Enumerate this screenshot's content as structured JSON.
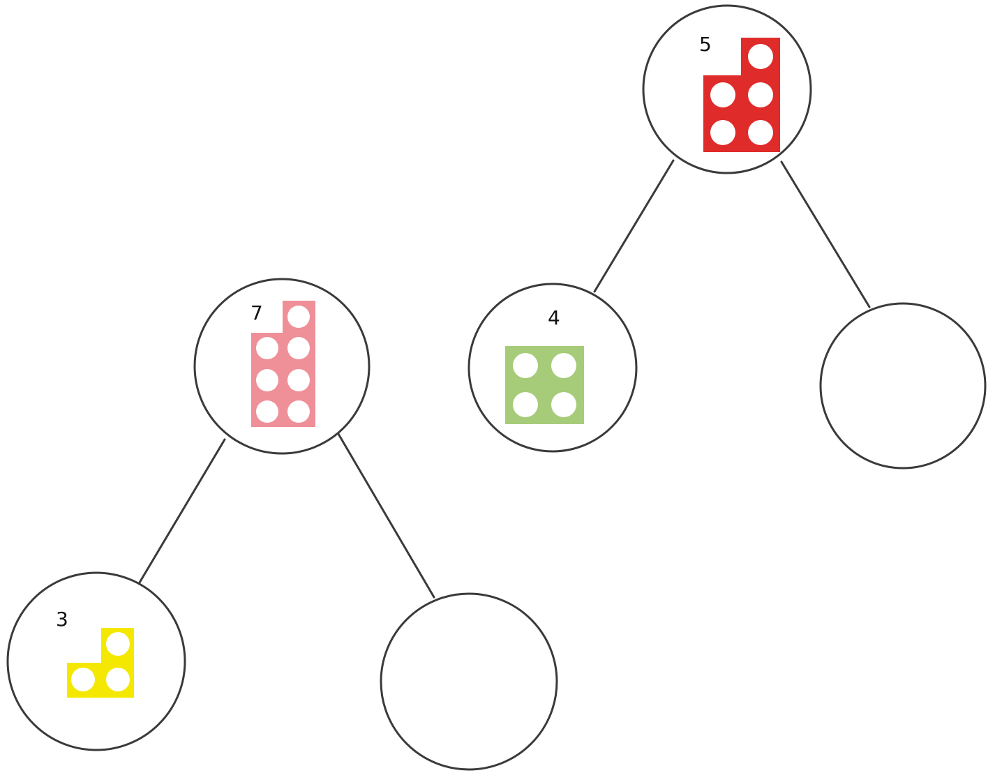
{
  "diagram": {
    "trees": [
      {
        "parent": {
          "label": "5",
          "color": "#e02b2b",
          "shape": "numicon-5"
        },
        "left": {
          "label": "4",
          "color": "#a6cc7a",
          "shape": "numicon-4"
        },
        "right": {
          "label": "",
          "color": "",
          "shape": "empty"
        }
      },
      {
        "parent": {
          "label": "7",
          "color": "#ef8f98",
          "shape": "numicon-7"
        },
        "left": {
          "label": "3",
          "color": "#f5e800",
          "shape": "numicon-3"
        },
        "right": {
          "label": "",
          "color": "",
          "shape": "empty"
        }
      }
    ]
  }
}
